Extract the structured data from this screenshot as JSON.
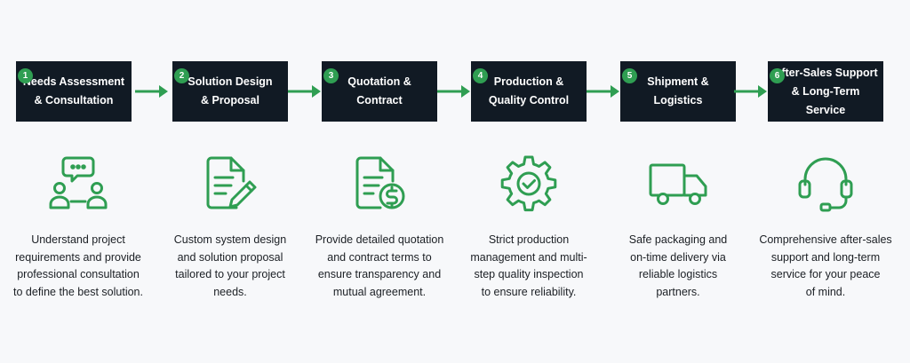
{
  "accent_color": "#2f9e52",
  "box_color": "#111a24",
  "steps": [
    {
      "number": "1",
      "title": "Needs Assessment\n& Consultation",
      "icon": "consultation-chat-icon",
      "description": "Understand project\nrequirements and provide\nprofessional consultation\nto define the best solution."
    },
    {
      "number": "2",
      "title": "Solution Design\n& Proposal",
      "icon": "document-pencil-icon",
      "description": "Custom system design\nand solution proposal\ntailored to your project\nneeds."
    },
    {
      "number": "3",
      "title": "Quotation &\nContract",
      "icon": "document-dollar-icon",
      "description": "Provide detailed quotation\nand contract terms to\nensure transparency and\nmutual agreement."
    },
    {
      "number": "4",
      "title": "Production &\nQuality Control",
      "icon": "gear-check-icon",
      "description": "Strict production\nmanagement and multi-\nstep quality inspection\nto ensure reliability."
    },
    {
      "number": "5",
      "title": "Shipment &\nLogistics",
      "icon": "delivery-truck-icon",
      "description": "Safe packaging and\non-time delivery via\nreliable logistics\npartners."
    },
    {
      "number": "6",
      "title": "After-Sales Support\n& Long-Term Service",
      "icon": "headset-icon",
      "description": "Comprehensive after-sales\nsupport and long-term\nservice for your peace\nof mind."
    }
  ]
}
